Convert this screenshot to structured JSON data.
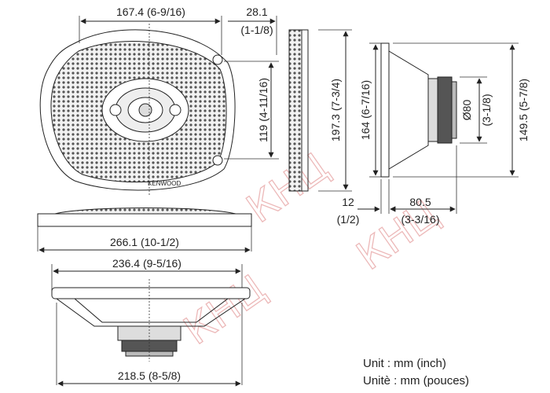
{
  "dimensions": {
    "top_width": "167.4 (6-9/16)",
    "depth_mm": "28.1",
    "depth_in": "(1-1/8)",
    "front_height": "119 (4-11/16)",
    "side_height": "197.3 (7-3/4)",
    "side_inner": "164 (6-7/16)",
    "magnet_dia_mm": "Ø80",
    "magnet_dia_in": "(3-1/8)",
    "overall_height": "149.5 (5-7/8)",
    "flange_mm": "12",
    "flange_in": "(1/2)",
    "mount_depth_mm": "80.5",
    "mount_depth_in": "(3-3/16)",
    "total_width": "266.1 (10-1/2)",
    "cutout_width": "236.4 (9-5/16)",
    "basket_width": "218.5 (8-5/8)"
  },
  "brand": "KENWOOD",
  "units": {
    "en": "Unit : mm (inch)",
    "fr": "Unitè : mm (pouces)"
  },
  "watermark": "КНЦ",
  "colors": {
    "line": "#222222",
    "watermark": "#e59b9b"
  }
}
